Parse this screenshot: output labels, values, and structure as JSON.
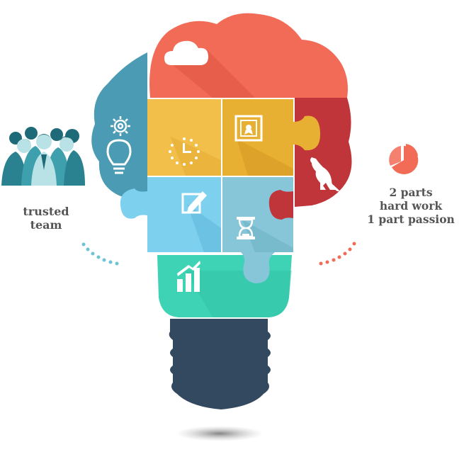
{
  "left_caption": {
    "lines": [
      "trusted",
      "team"
    ]
  },
  "right_caption": {
    "lines": [
      "2 parts",
      "hard work",
      "1 part passion"
    ]
  },
  "icons": {
    "cloud": "cloud-icon",
    "gear": "gear-icon",
    "lightbulb": "lightbulb-icon",
    "clock": "clock-icon",
    "certificate": "certificate-icon",
    "kangaroo": "kangaroo-icon",
    "edit": "edit-icon",
    "hourglass": "hourglass-icon",
    "bar_chart": "bar-chart-icon",
    "pie_chart": "pie-chart-icon",
    "team": "team-people-icon"
  },
  "colors": {
    "coral": "#F26B57",
    "teal_blue": "#4A9BB3",
    "yellow": "#F2C04A",
    "mustard": "#E8B032",
    "crimson": "#C0353A",
    "sky_blue": "#7DD0EE",
    "light_blue": "#86C6D8",
    "mint": "#3ED3B5",
    "navy": "#334960",
    "team_teal": "#1F6A78",
    "caption_gray": "#555555"
  }
}
